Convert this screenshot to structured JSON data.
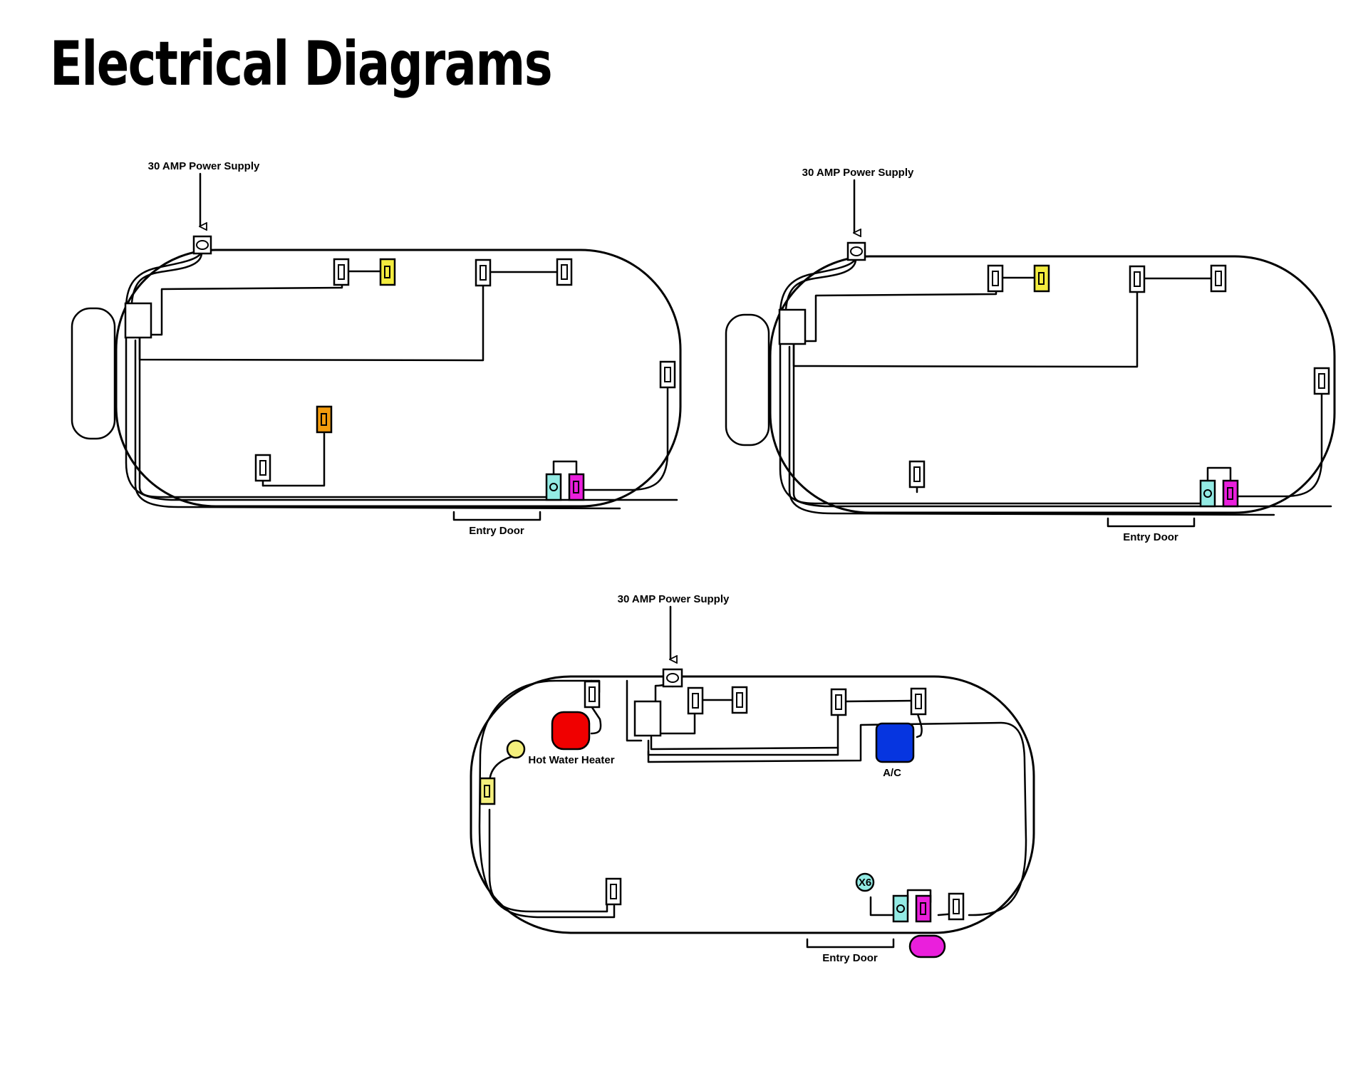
{
  "title": "Electrical Diagrams",
  "colors": {
    "yellow": "#f3ec3f",
    "pale_yellow": "#f4ef7c",
    "orange": "#f29b0d",
    "cyan": "#93ebe4",
    "magenta": "#ea1fdc",
    "red": "#f00000",
    "blue": "#0635e0"
  },
  "diagrams": [
    {
      "power_label": "30 AMP Power Supply",
      "door_label": "Entry Door"
    },
    {
      "power_label": "30 AMP Power Supply",
      "door_label": "Entry Door"
    },
    {
      "power_label": "30 AMP Power Supply",
      "door_label": "Entry Door",
      "water_heater_label": "Hot Water Heater",
      "ac_label": "A/C",
      "x6_label": "X6"
    }
  ]
}
